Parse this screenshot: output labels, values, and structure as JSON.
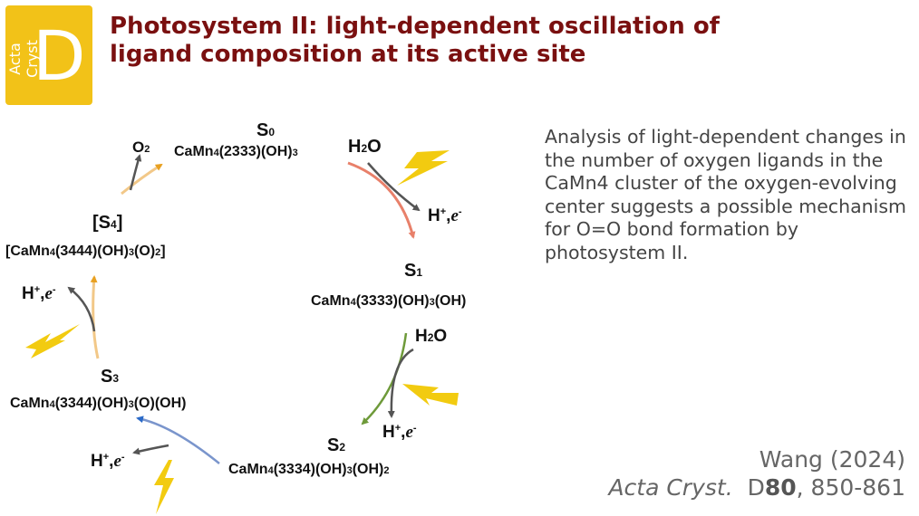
{
  "logo": {
    "journal": "Acta Cryst",
    "letter": "D"
  },
  "title": "Photosystem II: light-dependent oscillation of ligand composition at its active site",
  "summary": "Analysis of light-dependent changes in the number of oxygen ligands in the CaMn4 cluster of the oxygen-evolving center suggests a possible mechanism for O=O bond formation by photosystem II.",
  "citation": {
    "author_year": "Wang (2024)",
    "journal": "Acta Cryst.",
    "section": "D",
    "volume": "80",
    "pages": ", 850-861"
  },
  "diagram": {
    "states": {
      "s0": {
        "label": "S",
        "sub": "0",
        "formula_main": "CaMn",
        "formula_sub": "4",
        "formula_code": "(2333)(OH)",
        "formula_code_sub": "3"
      },
      "s1": {
        "label": "S",
        "sub": "1",
        "formula_main": "CaMn",
        "formula_sub": "4",
        "formula_code": "(3333)(OH)",
        "formula_code_sub": "3",
        "formula_tail": "(OH)"
      },
      "s2": {
        "label": "S",
        "sub": "2",
        "formula_main": "CaMn",
        "formula_sub": "4",
        "formula_code": "(3334)(OH)",
        "formula_code_sub": "3",
        "formula_tail": "(OH)",
        "formula_tail_sub": "2"
      },
      "s3": {
        "label": "S",
        "sub": "3",
        "formula_main": "CaMn",
        "formula_sub": "4",
        "formula_code": "(3344)(OH)",
        "formula_code_sub": "3",
        "formula_tail": "(O)(OH)"
      },
      "s4": {
        "label": "[S",
        "sub": "4",
        "label_end": "]",
        "formula_main": "[CaMn",
        "formula_sub": "4",
        "formula_code": "(3444)(OH)",
        "formula_code_sub": "3",
        "formula_tail": "(O)",
        "formula_tail_sub": "2",
        "formula_end": "]"
      }
    },
    "species": {
      "water": {
        "main": "H",
        "sub": "2",
        "end": "O"
      },
      "oxygen": {
        "main": "O",
        "sub": "2"
      },
      "proton_electron": {
        "h": "H",
        "plus": "+",
        "comma": ",",
        "e": "e",
        "minus": "-"
      }
    },
    "colors": {
      "step_s0_s1": "#e8806a",
      "step_s1_s2": "#6e9a3a",
      "step_s2_s3": "#7a95cc",
      "step_s3_s4": "#f2c888",
      "step_s4_s0": "#f2c888",
      "release": "#555555",
      "flash": "#f2cb10"
    }
  }
}
